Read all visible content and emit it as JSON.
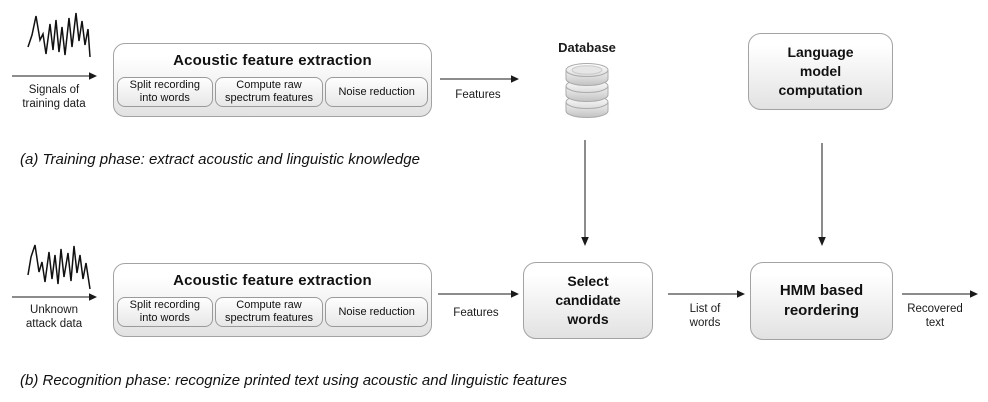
{
  "icons": {
    "training_input": "waveform-icon",
    "attack_input": "waveform-icon",
    "database": "database-cylinder-icon"
  },
  "colors": {
    "line": "#1a1a1a",
    "box_border": "#a3a3a3",
    "box_fill_top": "#ffffff",
    "box_fill_bottom": "#e2e2e2"
  },
  "training": {
    "caption": "(a) Training phase: extract acoustic and linguistic knowledge",
    "input_label": "Signals of\ntraining data",
    "acoustic": {
      "title": "Acoustic feature extraction",
      "steps": [
        "Split recording\ninto words",
        "Compute raw\nspectrum features",
        "Noise reduction"
      ]
    },
    "features_label": "Features",
    "database_label": "Database",
    "language_box_label": "Language\nmodel\ncomputation"
  },
  "recognition": {
    "caption": "(b) Recognition phase: recognize printed text using acoustic and linguistic features",
    "input_label": "Unknown\nattack data",
    "acoustic": {
      "title": "Acoustic feature extraction",
      "steps": [
        "Split recording\ninto words",
        "Compute raw\nspectrum features",
        "Noise reduction"
      ]
    },
    "features_label": "Features",
    "select_box_label": "Select\ncandidate\nwords",
    "list_of_words_label": "List of\nwords",
    "hmm_box_label": "HMM based\nreordering",
    "recovered_label": "Recovered\ntext"
  }
}
